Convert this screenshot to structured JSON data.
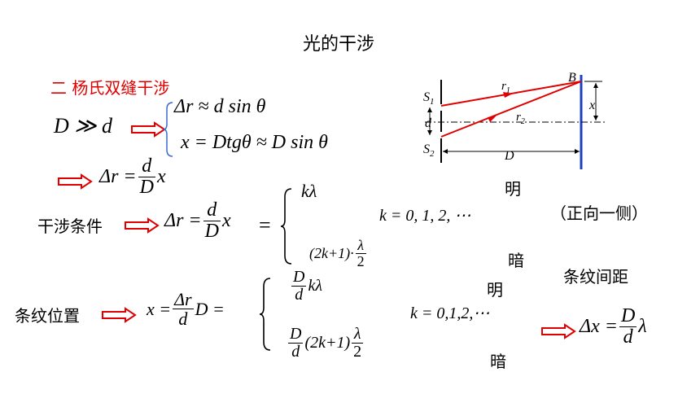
{
  "title": "光的干涉",
  "section": "二 杨氏双缝干涉",
  "colors": {
    "accent": "#e00000",
    "beam": "#e00000",
    "screen": "#1f3fbf",
    "text": "#000000"
  },
  "eq": {
    "cond_lhs": "D ≫ d",
    "path_diff": "Δr ≈ d sin θ",
    "x_rel": "x = Dtgθ ≈ D sin θ",
    "delta_r": "Δr =",
    "d": "d",
    "D": "D",
    "x": "x",
    "eq_sign": "=",
    "k_lambda": "kλ",
    "half_odd": "(2k+1)·",
    "lambda": "λ",
    "two": "2",
    "k_list_spaced": "k = 0, 1, 2, ⋯",
    "k_list": "k = 0,1,2,⋯",
    "pos_lhs": "x =",
    "delta_r_num": "Δr",
    "pos_mid": "D =",
    "dk_lambda": "kλ",
    "half_odd2": "(2k+1)",
    "spacing_lhs": "Δx ="
  },
  "labels": {
    "bright1": "明",
    "dark1": "暗",
    "bright2": "明",
    "dark2": "暗",
    "one_side": "（正向一侧）",
    "interference_condition": "干涉条件",
    "fringe_position": "条纹位置",
    "fringe_spacing": "条纹间距"
  },
  "diagram": {
    "s1": "S1",
    "s1_main": "S",
    "s1_sub": "1",
    "s2_main": "S",
    "s2_sub": "2",
    "d": "d",
    "r1_main": "r",
    "r1_sub": "1",
    "r2_main": "r",
    "r2_sub": "2",
    "B": "B",
    "x": "x",
    "D": "D"
  },
  "icons": {
    "implies": "double-arrow-right-icon"
  }
}
